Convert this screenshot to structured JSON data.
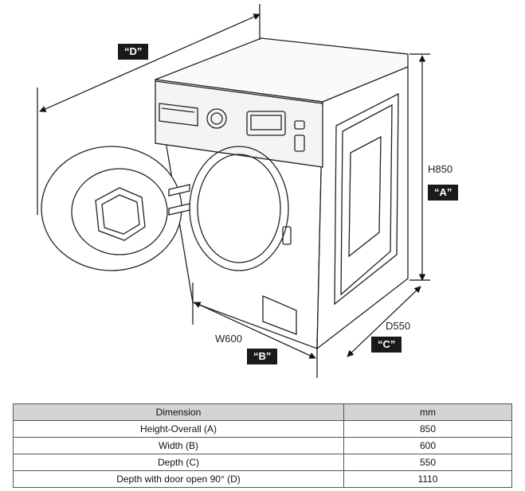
{
  "diagram": {
    "labels": {
      "height": "H850",
      "width": "W600",
      "depth": "D550",
      "tag_a": "“A”",
      "tag_b": "“B”",
      "tag_c": "“C”",
      "tag_d": "“D”"
    }
  },
  "table": {
    "headers": [
      "Dimension",
      "mm"
    ],
    "rows": [
      [
        "Height-Overall (A)",
        "850"
      ],
      [
        "Width (B)",
        "600"
      ],
      [
        "Depth (C)",
        "550"
      ],
      [
        "Depth with door open 90° (D)",
        "1110"
      ]
    ]
  }
}
